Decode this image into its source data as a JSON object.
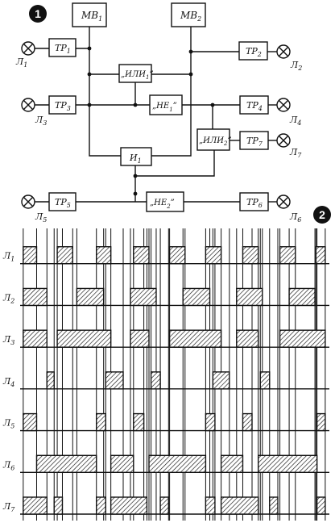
{
  "figure_numbers": [
    "1",
    "2"
  ],
  "blocks": {
    "mv1": "МВ",
    "mv1_sub": "1",
    "mv2": "МВ",
    "mv2_sub": "2",
    "tr1": "ТР",
    "tr1_sub": "1",
    "tr2": "ТР",
    "tr2_sub": "2",
    "tr3": "ТР",
    "tr3_sub": "3",
    "tr4": "ТР",
    "tr4_sub": "4",
    "tr5": "ТР",
    "tr5_sub": "5",
    "tr6": "ТР",
    "tr6_sub": "6",
    "tr7": "ТР",
    "tr7_sub": "7",
    "or1": "„ИЛИ",
    "or1_sub": "1",
    "or1_end": "”",
    "or2": "„ИЛИ",
    "or2_sub": "2",
    "or2_end": "”",
    "not1": "„НЕ",
    "not1_sub": "1",
    "not1_end": "”",
    "not2": "„НЕ",
    "not2_sub": "2",
    "not2_end": "”",
    "and1": "И",
    "and1_sub": "1"
  },
  "lamps": {
    "l1": "Л",
    "l1_sub": "1",
    "l2": "Л",
    "l2_sub": "2",
    "l3": "Л",
    "l3_sub": "3",
    "l4": "Л",
    "l4_sub": "4",
    "l5": "Л",
    "l5_sub": "5",
    "l6": "Л",
    "l6_sub": "6",
    "l7": "Л",
    "l7_sub": "7"
  },
  "timing": {
    "rows": [
      {
        "label": "Л",
        "sub": "1",
        "pulses": [
          [
            0.3,
            1.6
          ],
          [
            3.6,
            5.1
          ],
          [
            7.4,
            8.8
          ],
          [
            11.0,
            12.5
          ],
          [
            14.5,
            16.0
          ],
          [
            18.0,
            19.5
          ],
          [
            21.6,
            23.1
          ],
          [
            25.2,
            26.7
          ],
          [
            28.7,
            29.6
          ]
        ]
      },
      {
        "label": "Л",
        "sub": "2",
        "pulses": [
          [
            0.3,
            2.6
          ],
          [
            5.5,
            8.1
          ],
          [
            10.7,
            13.2
          ],
          [
            15.8,
            18.4
          ],
          [
            21.0,
            23.5
          ],
          [
            26.1,
            28.6
          ]
        ]
      },
      {
        "label": "Л",
        "sub": "3",
        "pulses": [
          [
            0.3,
            2.6
          ],
          [
            3.6,
            8.8
          ],
          [
            10.7,
            12.5
          ],
          [
            14.5,
            19.5
          ],
          [
            21.0,
            23.1
          ],
          [
            25.2,
            29.6
          ]
        ]
      },
      {
        "label": "Л",
        "sub": "4",
        "pulses": [
          [
            2.6,
            3.3
          ],
          [
            8.3,
            10.0
          ],
          [
            12.7,
            13.6
          ],
          [
            18.7,
            20.3
          ],
          [
            23.3,
            24.2
          ]
        ]
      },
      {
        "label": "Л",
        "sub": "5",
        "pulses": [
          [
            0.3,
            1.6
          ],
          [
            7.4,
            8.3
          ],
          [
            11.0,
            12.0
          ],
          [
            18.0,
            18.9
          ],
          [
            21.6,
            22.5
          ],
          [
            28.8,
            29.6
          ]
        ]
      },
      {
        "label": "Л",
        "sub": "6",
        "pulses": [
          [
            1.6,
            7.4
          ],
          [
            8.8,
            11.0
          ],
          [
            12.5,
            18.0
          ],
          [
            19.5,
            21.6
          ],
          [
            23.1,
            28.8
          ]
        ]
      },
      {
        "label": "Л",
        "sub": "7",
        "pulses": [
          [
            0.3,
            2.6
          ],
          [
            3.3,
            4.1
          ],
          [
            7.4,
            8.3
          ],
          [
            8.8,
            12.3
          ],
          [
            13.6,
            14.4
          ],
          [
            18.0,
            18.9
          ],
          [
            19.5,
            23.1
          ],
          [
            24.2,
            25.0
          ],
          [
            28.8,
            29.6
          ]
        ]
      }
    ]
  }
}
